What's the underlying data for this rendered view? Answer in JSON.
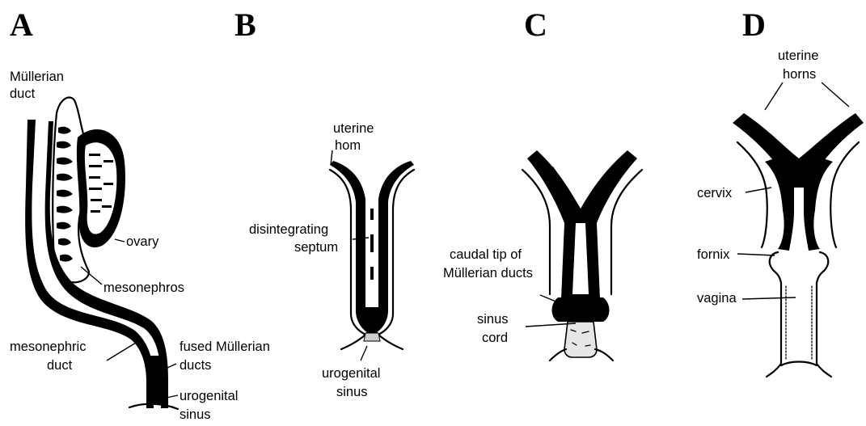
{
  "panels": [
    {
      "letter": "A",
      "labels": {
        "mullerian_duct_1": "Müllerian",
        "mullerian_duct_2": "duct",
        "ovary": "ovary",
        "mesonephros": "mesonephros",
        "mesonephric_duct_1": "mesonephric",
        "mesonephric_duct_2": "duct",
        "fused_1": "fused Müllerian",
        "fused_2": "ducts",
        "urogenital_1": "urogenital",
        "urogenital_2": "sinus"
      }
    },
    {
      "letter": "B",
      "labels": {
        "uterine_horn_1": "uterine",
        "uterine_horn_2": "hom",
        "septum_1": "disintegrating",
        "septum_2": "septum",
        "urogenital_1": "urogenital",
        "urogenital_2": "sinus"
      }
    },
    {
      "letter": "C",
      "labels": {
        "caudal_1": "caudal tip of",
        "caudal_2": "Müllerian ducts",
        "sinus_cord_1": "sinus",
        "sinus_cord_2": "cord"
      }
    },
    {
      "letter": "D",
      "labels": {
        "uterine_horns_1": "uterine",
        "uterine_horns_2": "horns",
        "cervix": "cervix",
        "fornix": "fornix",
        "vagina": "vagina"
      }
    }
  ]
}
